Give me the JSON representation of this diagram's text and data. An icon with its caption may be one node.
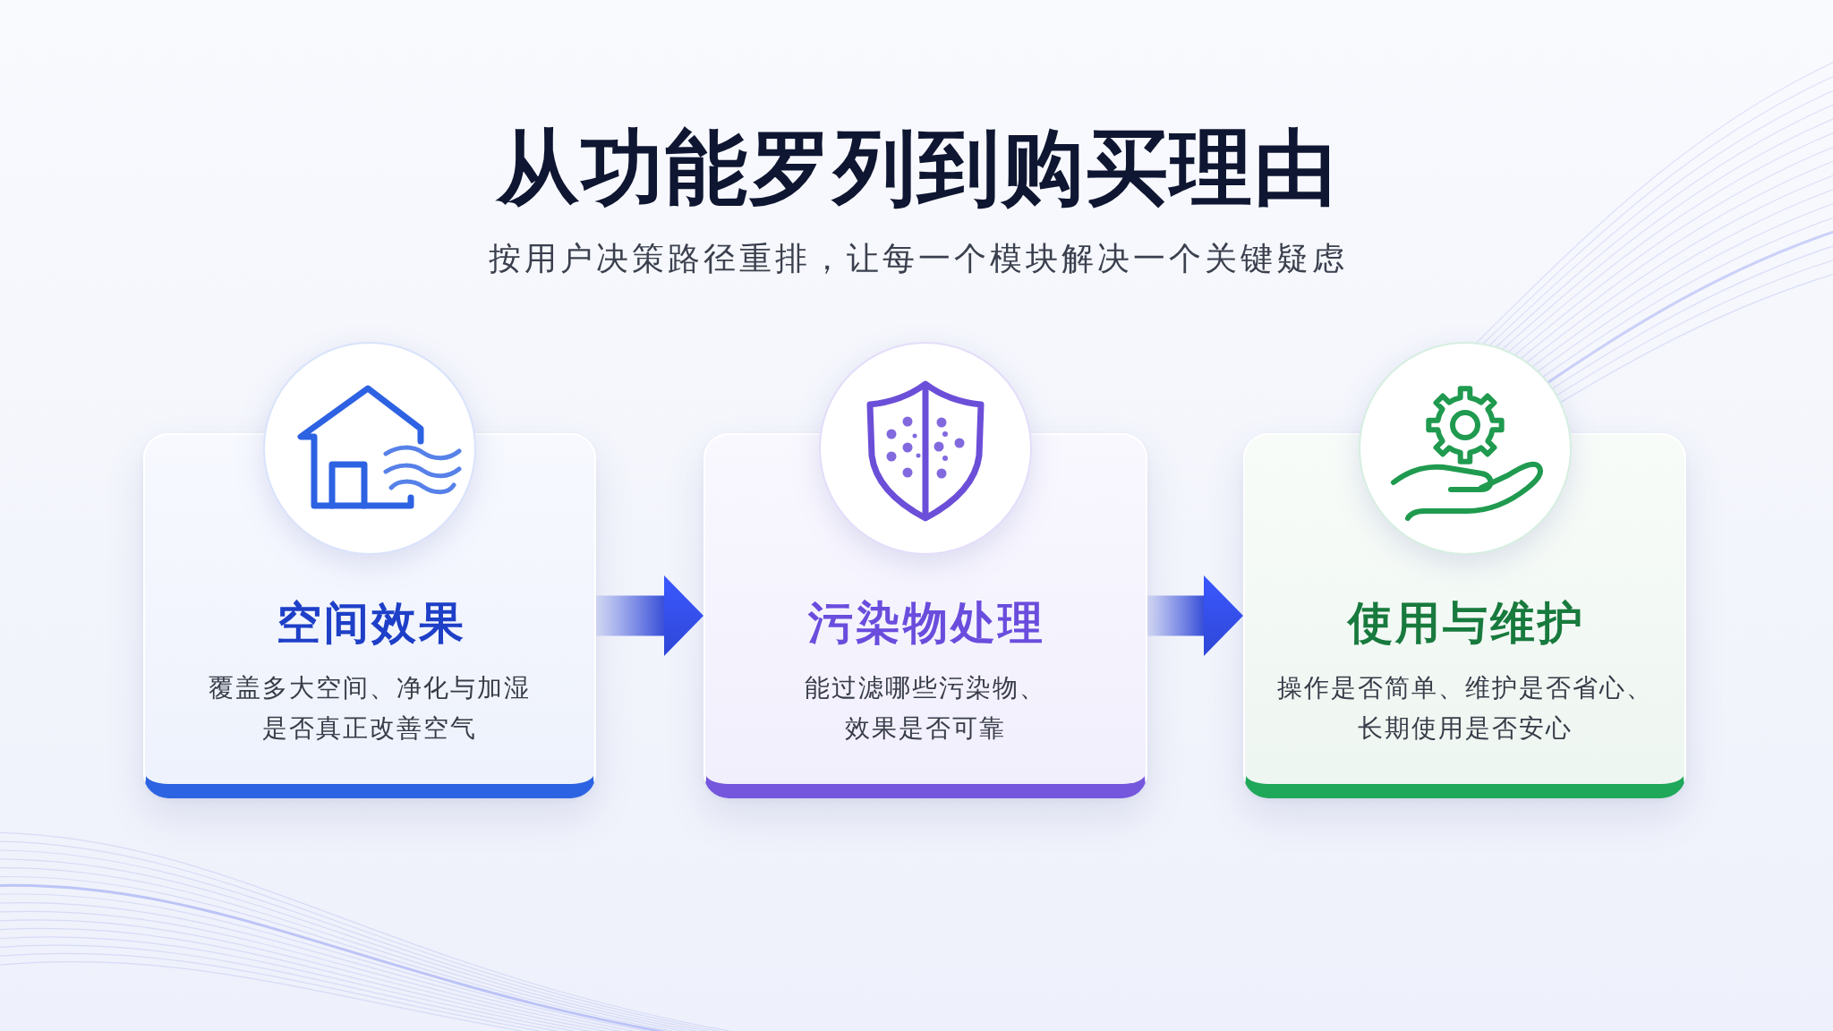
{
  "diagram": {
    "title": "从功能罗列到购买理由",
    "nodes": [
      {
        "text": [
          "空间效果",
          "覆盖多大空间、净化与加湿是否真正改善空气"
        ]
      },
      {
        "text": [
          "污染物处理",
          "能过滤哪些污染物、效果是否可靠"
        ]
      },
      {
        "text": [
          "使用与维护",
          "操作是否简单、维护是否省心、长期使用是否安心"
        ]
      }
    ],
    "edges": [
      {
        "from": 0,
        "to": 1,
        "arrow": "to"
      },
      {
        "from": 1,
        "to": 2,
        "arrow": "to"
      }
    ],
    "labels": [
      "按用户决策路径重排，让每一个模块解决一个关键疑虑"
    ]
  }
}
